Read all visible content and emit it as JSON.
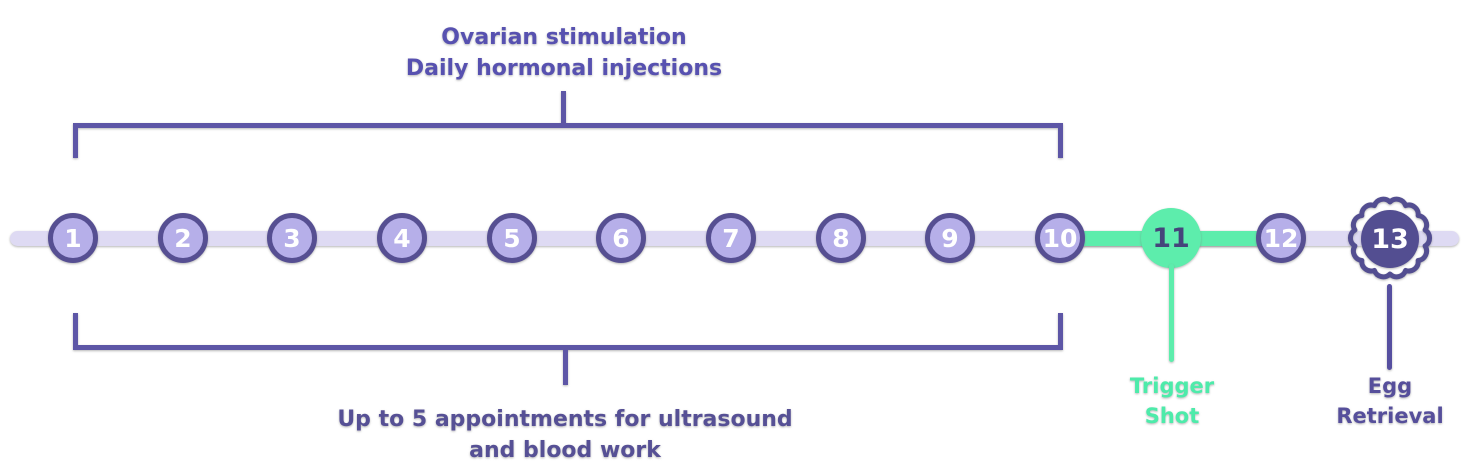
{
  "timeline": {
    "days": [
      {
        "number": "1"
      },
      {
        "number": "2"
      },
      {
        "number": "3"
      },
      {
        "number": "4"
      },
      {
        "number": "5"
      },
      {
        "number": "6"
      },
      {
        "number": "7"
      },
      {
        "number": "8"
      },
      {
        "number": "9"
      },
      {
        "number": "10"
      },
      {
        "number": "11"
      },
      {
        "number": "12"
      },
      {
        "number": "13"
      }
    ]
  },
  "labels": {
    "stimulation": {
      "line1": "Ovarian stimulation",
      "line2": "Daily hormonal injections"
    },
    "appointments": {
      "line1": "Up to 5 appointments for ultrasound",
      "line2": "and blood work"
    },
    "trigger": {
      "line1": "Trigger",
      "line2": "Shot"
    },
    "retrieval": {
      "line1": "Egg",
      "line2": "Retrieval"
    }
  },
  "colors": {
    "track_lavender": "#dedaf3",
    "track_green": "#5dedac",
    "node_fill": "#b6afe9",
    "node_border": "#564f92",
    "node_number": "#ffffff",
    "trigger_fill": "#5dedac",
    "trigger_number": "#45447b",
    "retrieval_fill": "#534e91",
    "bracket_purple": "#5d56a6",
    "label_purple": "#5751b0",
    "label_green": "#4debaa"
  }
}
